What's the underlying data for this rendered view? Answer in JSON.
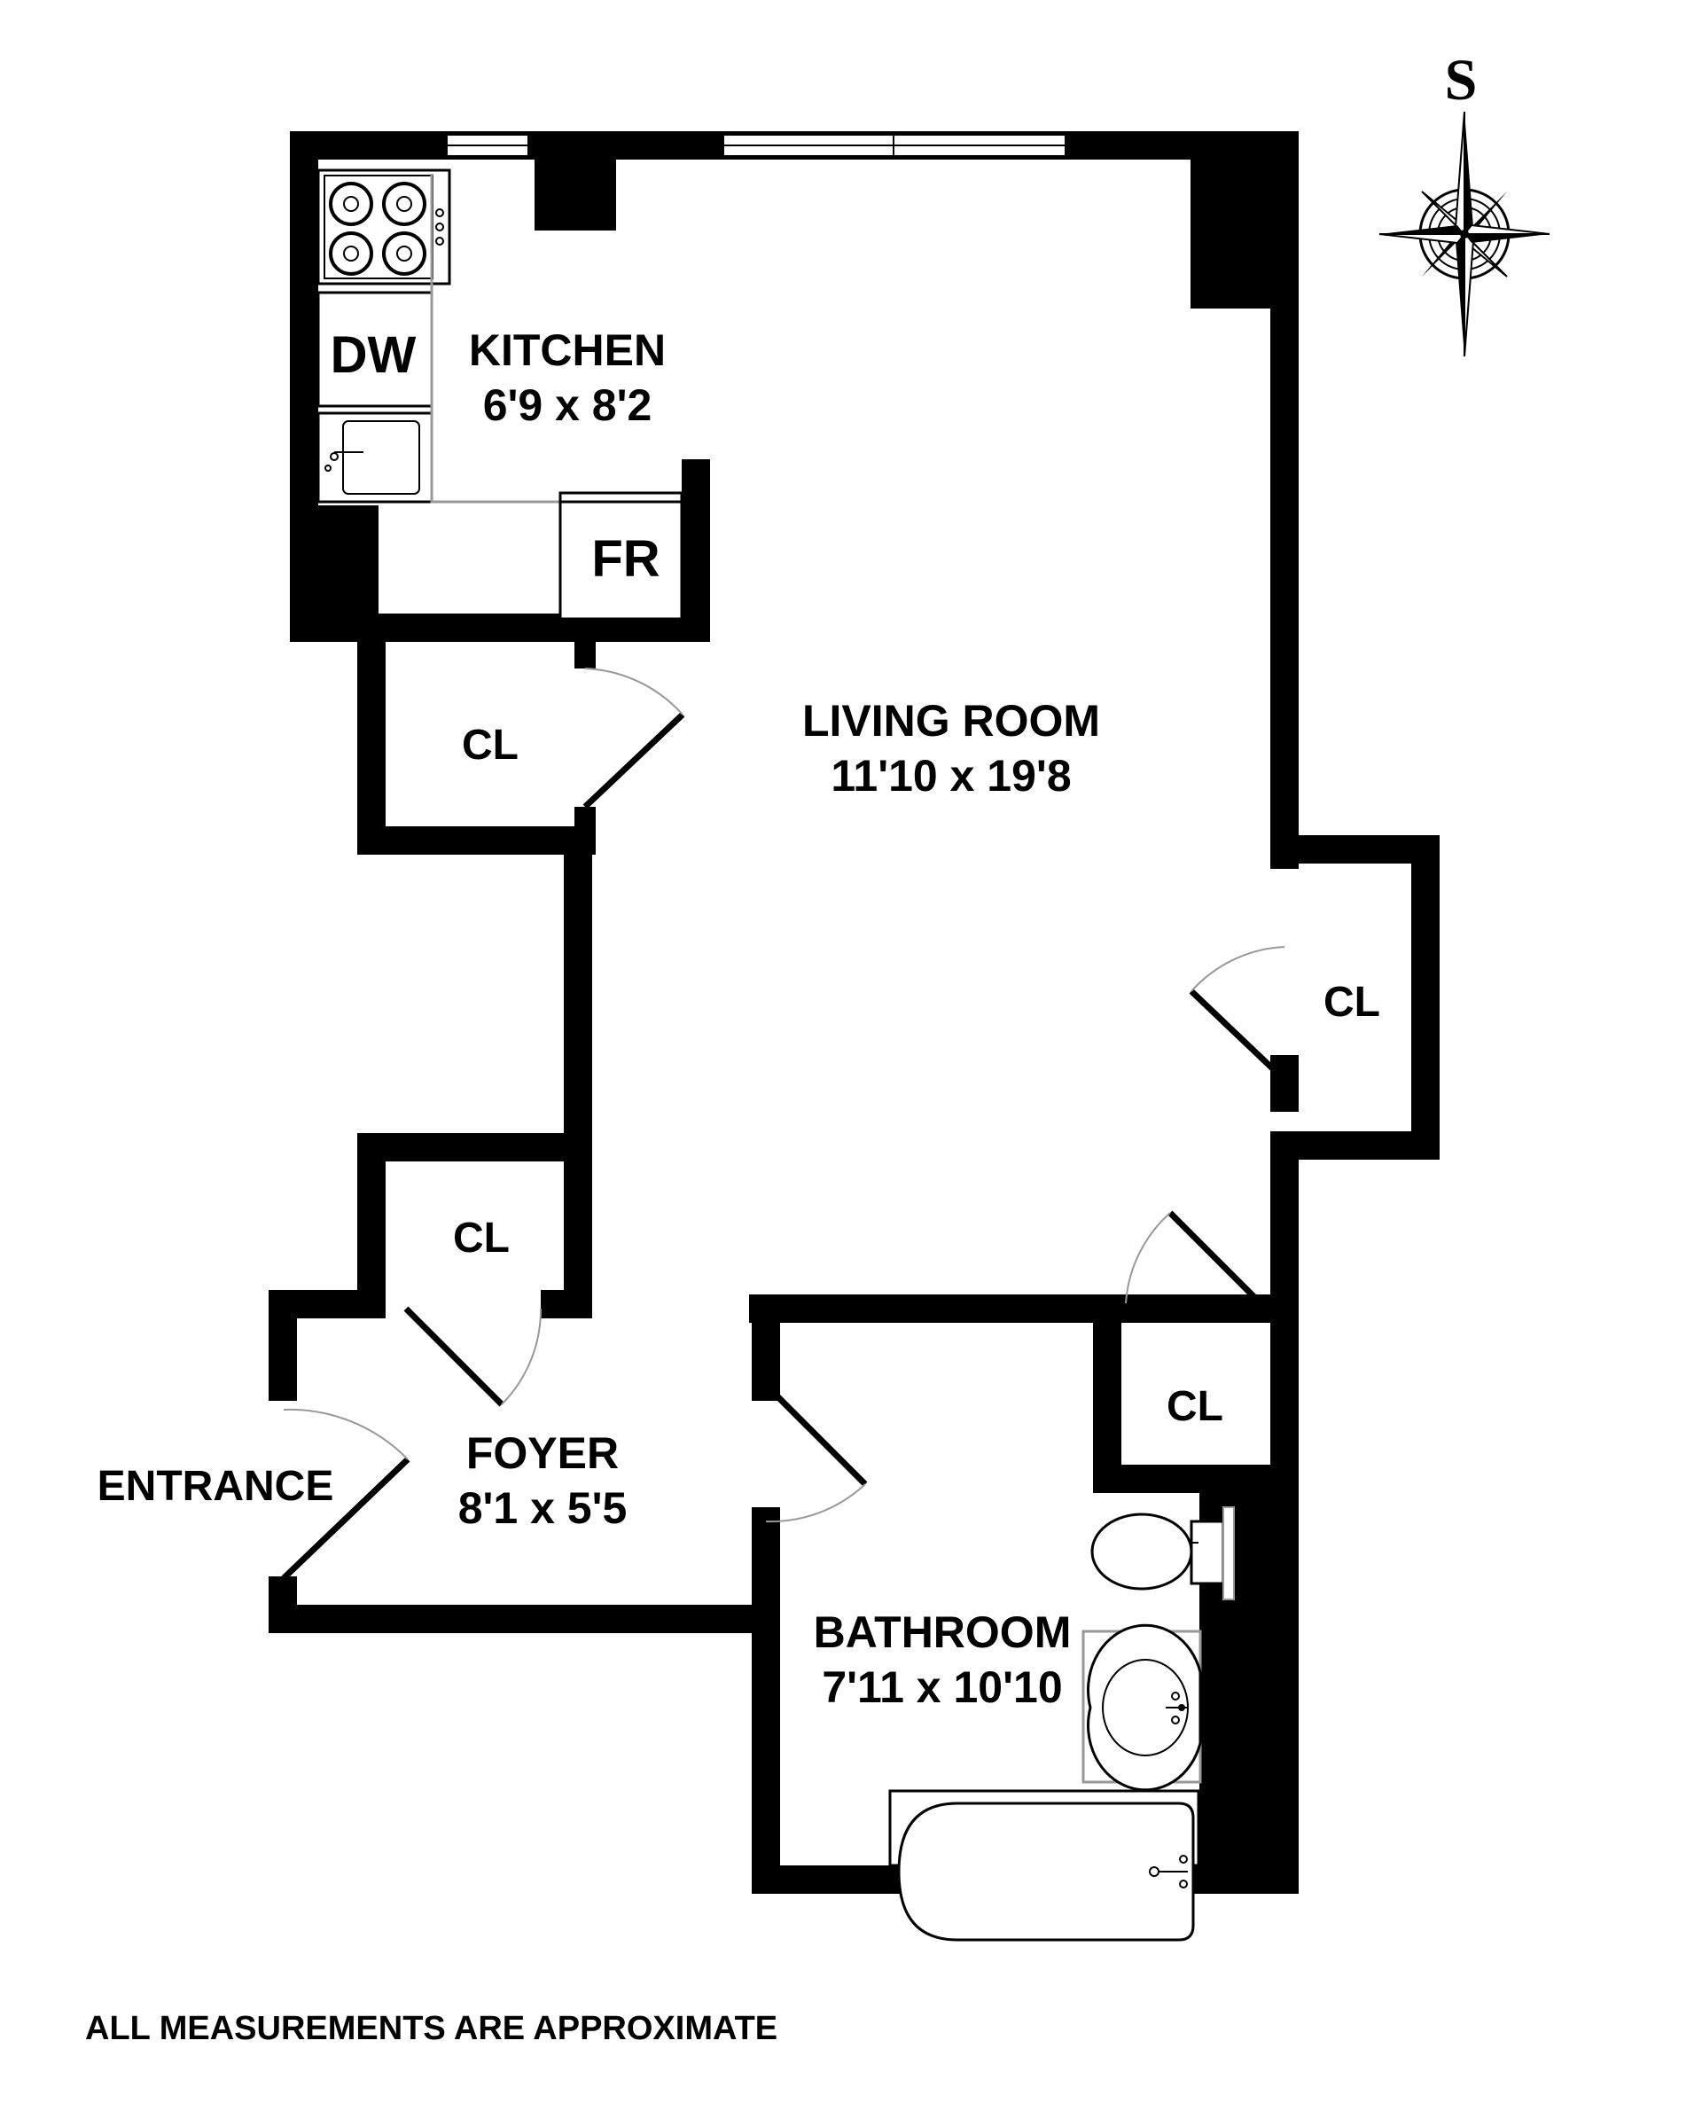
{
  "rooms": {
    "kitchen": {
      "name": "KITCHEN",
      "size": "6'9 x 8'2"
    },
    "living_room": {
      "name": "LIVING ROOM",
      "size": "11'10 x 19'8"
    },
    "foyer": {
      "name": "FOYER",
      "size": "8'1 x 5'5"
    },
    "bathroom": {
      "name": "BATHROOM",
      "size": "7'11 x 10'10"
    }
  },
  "closets": {
    "upper_left": "CL",
    "right": "CL",
    "foyer": "CL",
    "bath": "CL"
  },
  "appliances": {
    "dishwasher": "DW",
    "fridge": "FR"
  },
  "entrance_label": "ENTRANCE",
  "compass": {
    "letter": "S"
  },
  "footer_note": "ALL MEASUREMENTS ARE APPROXIMATE"
}
